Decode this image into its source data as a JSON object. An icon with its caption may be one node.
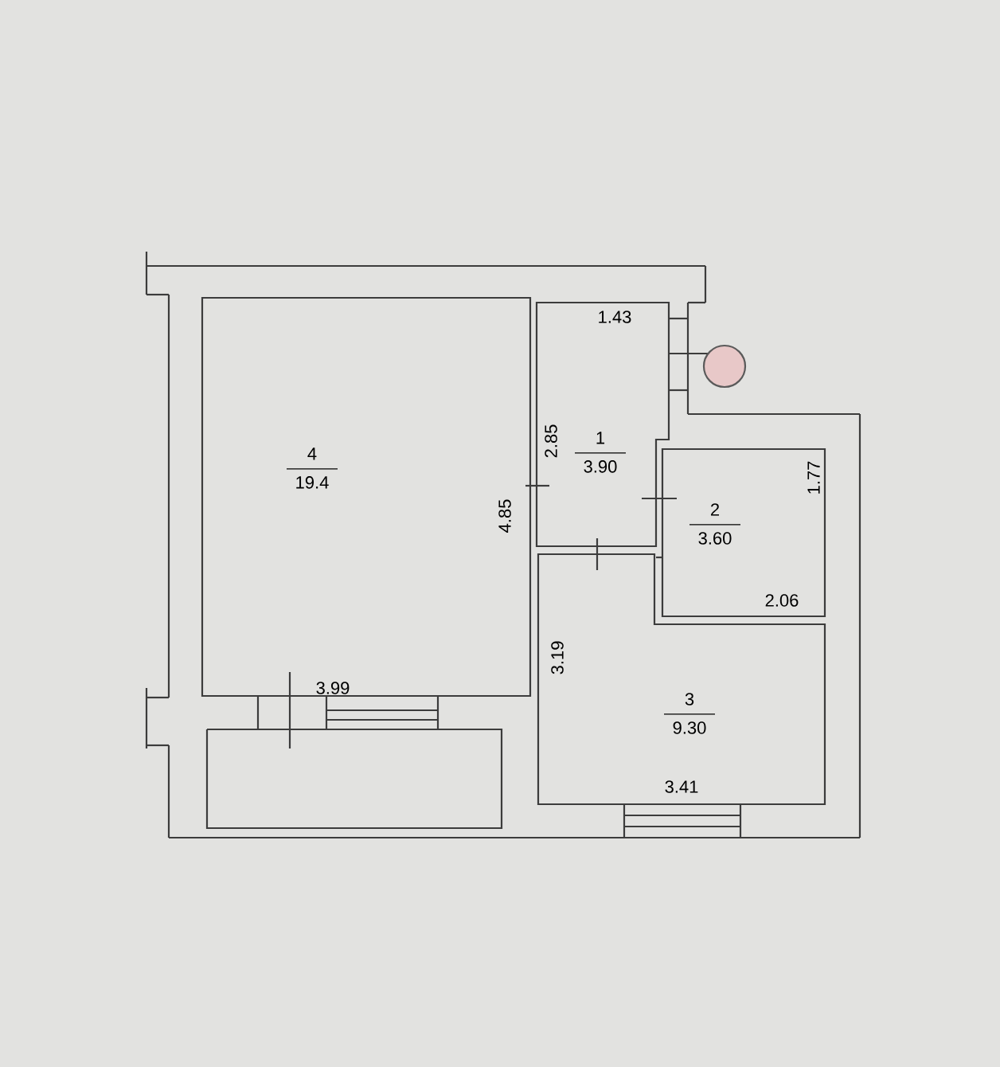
{
  "diagram": {
    "nodes": [
      {
        "text": [
          "4",
          "19.4"
        ]
      },
      {
        "text": [
          "1",
          "3.90"
        ]
      },
      {
        "text": [
          "2",
          "3.60"
        ]
      },
      {
        "text": [
          "3",
          "9.30"
        ]
      }
    ],
    "labels": [
      "1.43",
      "2.85",
      "4.85",
      "1.77",
      "2.06",
      "3.19",
      "3.99",
      "3.41"
    ]
  }
}
